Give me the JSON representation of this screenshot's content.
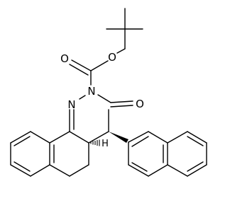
{
  "atoms": {
    "ester_oxygen": "O",
    "carbonyl_oxygen_carbamate": "O",
    "hydrazone_nitrogen": "N",
    "amide_nitrogen": "N",
    "lactam_oxygen": "O",
    "stereo_hydrogen": "H"
  }
}
